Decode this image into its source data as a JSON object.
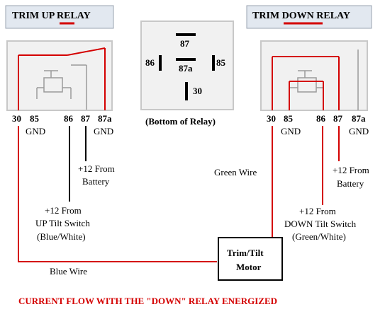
{
  "colors": {
    "wire": "#d40000",
    "ink": "#000000",
    "title_bg": "#e2e8f0",
    "title_border": "#9aa3b0",
    "relay_fill": "#f1f1f1",
    "relay_border": "#c8c8c8",
    "faint": "#9a9a9a"
  },
  "left_relay": {
    "title_pre": "TRIM ",
    "title_key": "UP",
    "title_post": " RELAY",
    "pins": [
      "30",
      "85",
      "86",
      "87",
      "87a"
    ],
    "gnd_85": "GND",
    "gnd_87a": "GND",
    "battery_line1": "+12 From",
    "battery_line2": "Battery",
    "switch_line1": "+12 From",
    "switch_line2": "UP Tilt Switch",
    "switch_line3": "(Blue/White)"
  },
  "right_relay": {
    "title_pre": "TRIM ",
    "title_key": "DOWN",
    "title_post": " RELAY",
    "pins": [
      "30",
      "85",
      "86",
      "87",
      "87a"
    ],
    "gnd_85": "GND",
    "gnd_87a": "GND",
    "battery_line1": "+12 From",
    "battery_line2": "Battery",
    "switch_line1": "+12 From",
    "switch_line2": "DOWN Tilt Switch",
    "switch_line3": "(Green/White)"
  },
  "bottom_view": {
    "pins": [
      "87",
      "86",
      "87a",
      "85",
      "30"
    ],
    "caption": "(Bottom of Relay)"
  },
  "motor": {
    "line1": "Trim/Tilt",
    "line2": "Motor"
  },
  "wires": {
    "green": "Green Wire",
    "blue": "Blue Wire"
  },
  "caption": "CURRENT FLOW WITH THE \"DOWN\" RELAY ENERGIZED"
}
